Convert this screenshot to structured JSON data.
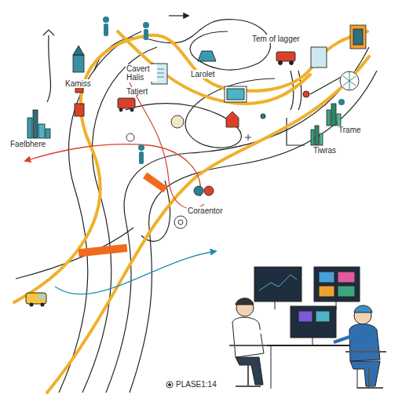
{
  "diagram": {
    "labels": [
      "Kamiss",
      "Cavert Halis",
      "Tatjert",
      "Larolet",
      "Tem of lagger",
      "Faelbhere",
      "Coraentor",
      "Trame",
      "Tiwras",
      "PLASE1:14"
    ]
  }
}
